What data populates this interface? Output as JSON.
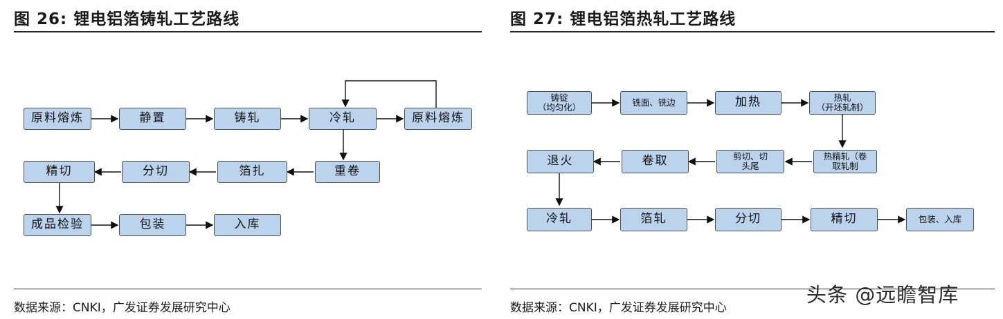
{
  "left": {
    "title": "图 26: 锂电铝箔铸轧工艺路线",
    "source": "数据来源：CNKI，广发证券发展研究中心",
    "nodes": {
      "raw_melt_1": "原料熔炼",
      "settle": "静置",
      "cast_roll": "铸轧",
      "cold_roll": "冷轧",
      "raw_melt_2": "原料熔炼",
      "rewind": "重卷",
      "foil_roll": "箔扎",
      "split": "分切",
      "fine_cut": "精切",
      "inspect": "成品检验",
      "package": "包装",
      "store": "入库"
    }
  },
  "right": {
    "title": "图 27: 锂电铝箔热轧工艺路线",
    "source": "数据来源：CNKI，广发证券发展研究中心",
    "nodes": {
      "ingot": "铸锭\n（均匀化）",
      "mill": "铣面、铣边",
      "heat": "加热",
      "hot_roll": "热轧\n（开坯轧制）",
      "hot_finish": "热精轧（卷\n取轧制",
      "shear": "剪切、切\n头尾",
      "coil": "卷取",
      "anneal": "退火",
      "cold_roll": "冷轧",
      "foil_roll": "箔轧",
      "split": "分切",
      "fine_cut": "精切",
      "package": "包装、入库"
    }
  },
  "watermark": "头条 @远瞻智库",
  "colors": {
    "box_fill": "#bcd3ee",
    "box_border": "#4a4f57",
    "arrow": "#111111"
  }
}
